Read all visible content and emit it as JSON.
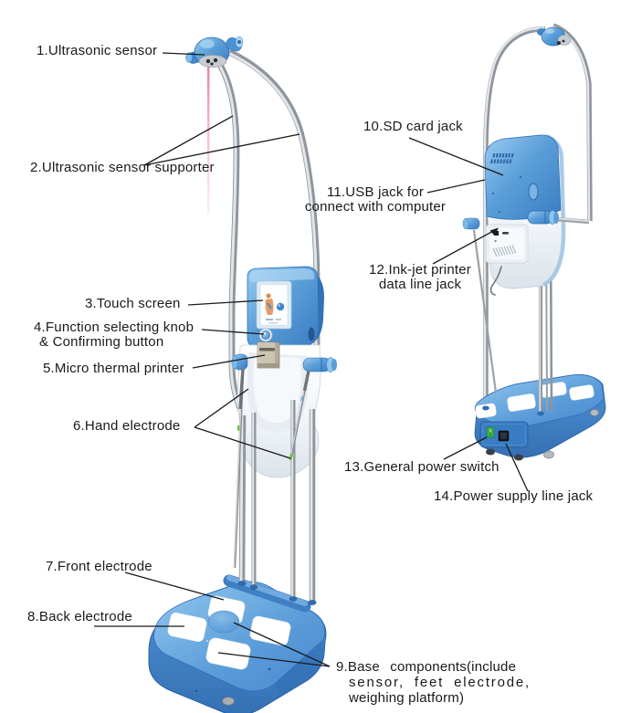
{
  "diagram": {
    "labels": {
      "l1": {
        "text": "1.Ultrasonic sensor"
      },
      "l2": {
        "text": "2.Ultrasonic sensor supporter"
      },
      "l3": {
        "text": "3.Touch screen"
      },
      "l4": {
        "line1": "4.Function selecting knob",
        "line2": "& Confirming button"
      },
      "l5": {
        "text": "5.Micro thermal printer"
      },
      "l6": {
        "text": "6.Hand electrode"
      },
      "l7": {
        "text": "7.Front electrode"
      },
      "l8": {
        "text": "8.Back electrode"
      },
      "l9": {
        "line1": "9.Base components(include",
        "line2": "sensor, feet electrode,",
        "line3": "weighing platform)"
      },
      "l10": {
        "text": "10.SD card jack"
      },
      "l11": {
        "line1": "11.USB jack for",
        "line2": "connect with computer"
      },
      "l12": {
        "line1": "12.Ink-jet printer",
        "line2": "data line jack"
      },
      "l13": {
        "text": "13.General power switch"
      },
      "l14": {
        "text": "14.Power supply line jack"
      }
    },
    "colors": {
      "machine_blue": "#4b92d4",
      "machine_blue_dark": "#2e6cb0",
      "machine_blue_light": "#9ccdf2",
      "body_white": "#f4f7fa",
      "chrome": "#9aa1a7",
      "laser_pink": "#ec6e96",
      "switch_green": "#3fae4e",
      "printer_tan": "#cdc5b3",
      "label_text": "#1a1a1a"
    }
  }
}
